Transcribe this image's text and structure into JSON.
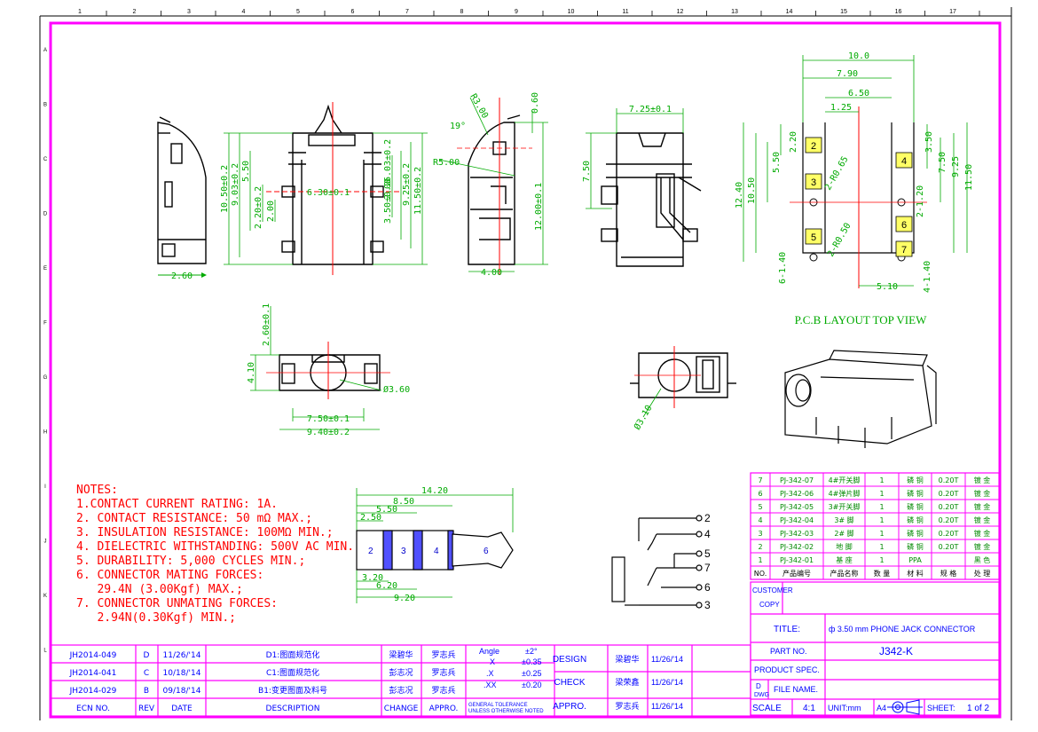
{
  "colors": {
    "frame": "#ff00ff",
    "dimension": "#00aa00",
    "centerline": "#ff0000",
    "outline": "#000000",
    "label_fill": "#ffff66",
    "plug_band": "#5050ff"
  },
  "border": {
    "top_numbers": [
      "1",
      "2",
      "3",
      "4",
      "5",
      "6",
      "7",
      "8",
      "9",
      "10",
      "11",
      "12",
      "13",
      "14",
      "15",
      "16",
      "17"
    ],
    "side_letters": [
      "A",
      "B",
      "C",
      "D",
      "E",
      "F",
      "G",
      "H",
      "I",
      "J",
      "K",
      "L"
    ]
  },
  "views": {
    "front": {
      "d_width_top": "6.30±0.1",
      "d_h1": "10.50±0.2",
      "d_h2": "9.03±0.2",
      "d_h3": "5.50",
      "d_h4": "2.20±0.2",
      "d_h5": "2.00",
      "d_r1": "6.03±0.2",
      "d_r2": "3.50±0.2",
      "d_r3": "2.00",
      "d_r4": "9.25±0.2",
      "d_r5": "11.50±0.2",
      "d_bottom": "2.60"
    },
    "side": {
      "d_r": "R3.00",
      "d_angle": "19°",
      "d_r5": "R5.00",
      "d_top": "0.60",
      "d_height": "12.00±0.1",
      "d_bottom": "4.00"
    },
    "rear": {
      "d_top": "7.25±0.1",
      "d_h": "7.50"
    },
    "bottom": {
      "d_h": "2.60±0.1",
      "d_left": "4.10",
      "d_dia": "Ø3.60",
      "d_w1": "7.50±0.1",
      "d_w2": "9.40±0.2"
    },
    "bottom2": {
      "d_dia": "Ø3.10"
    },
    "pcb": {
      "title": "P.C.B LAYOUT TOP VIEW",
      "dims": [
        "10.0",
        "7.90",
        "6.50",
        "1.25",
        "2.20",
        "5.50",
        "3.50",
        "7.50",
        "9.25",
        "11.50",
        "12.40",
        "10.50",
        "2-R0.65",
        "2-1.20",
        "2-R0.50",
        "6-1.40",
        "5.10",
        "4-1.40"
      ],
      "pads": [
        "2",
        "3",
        "4",
        "5",
        "6",
        "7"
      ]
    }
  },
  "plug": {
    "dims": [
      "14.20",
      "8.50",
      "5.50",
      "2.50",
      "3.20",
      "6.20",
      "9.20"
    ],
    "segments": [
      "2",
      "3",
      "4",
      "6"
    ]
  },
  "schematic": {
    "pins": [
      "2",
      "4",
      "5",
      "7",
      "6",
      "3"
    ]
  },
  "notes": {
    "title": "NOTES:",
    "lines": [
      "1.CONTACT CURRENT RATING: 1A.",
      "2. CONTACT RESISTANCE: 50 mΩ MAX.;",
      "3. INSULATION RESISTANCE: 100MΩ MIN.;",
      "4. DIELECTRIC WITHSTANDING: 500V AC MIN.;",
      "5. DURABILITY: 5,000 CYCLES MIN.;",
      "6. CONNECTOR MATING FORCES:",
      "   29.4N (3.00Kgf) MAX.;",
      "7. CONNECTOR UNMATING FORCES:",
      "   2.94N(0.30Kgf) MIN.;"
    ]
  },
  "bom": [
    {
      "no": "7",
      "part": "PJ-342-07",
      "name": "4#开关脚",
      "qty": "1",
      "mat": "磷 铜",
      "spec": "0.20T",
      "treat": "镀 金"
    },
    {
      "no": "6",
      "part": "PJ-342-06",
      "name": "4#弹片脚",
      "qty": "1",
      "mat": "磷 铜",
      "spec": "0.20T",
      "treat": "镀 金"
    },
    {
      "no": "5",
      "part": "PJ-342-05",
      "name": "3#开关脚",
      "qty": "1",
      "mat": "磷 铜",
      "spec": "0.20T",
      "treat": "镀 金"
    },
    {
      "no": "4",
      "part": "PJ-342-04",
      "name": "3# 脚",
      "qty": "1",
      "mat": "磷 铜",
      "spec": "0.20T",
      "treat": "镀 金"
    },
    {
      "no": "3",
      "part": "PJ-342-03",
      "name": "2# 脚",
      "qty": "1",
      "mat": "磷 铜",
      "spec": "0.20T",
      "treat": "镀 金"
    },
    {
      "no": "2",
      "part": "PJ-342-02",
      "name": "地 脚",
      "qty": "1",
      "mat": "磷 铜",
      "spec": "0.20T",
      "treat": "镀 金"
    },
    {
      "no": "1",
      "part": "PJ-342-01",
      "name": "基 座",
      "qty": "1",
      "mat": "PPA",
      "spec": "",
      "treat": "黑 色"
    }
  ],
  "bom_header": {
    "no": "NO.",
    "part": "产品编号",
    "name": "产品名称",
    "qty": "数 量",
    "mat": "材 料",
    "spec": "规 格",
    "treat": "处 理"
  },
  "revisions": [
    {
      "ecn": "JH2014-049",
      "rev": "D",
      "date": "11/26/'14",
      "desc": "D1:图面规范化",
      "change": "梁碧华",
      "appr": "罗志兵"
    },
    {
      "ecn": "JH2014-041",
      "rev": "C",
      "date": "10/18/'14",
      "desc": "C1:图面规范化",
      "change": "彭志况",
      "appr": "罗志兵"
    },
    {
      "ecn": "JH2014-029",
      "rev": "B",
      "date": "09/18/'14",
      "desc": "B1:变更图面及料号",
      "change": "彭志况",
      "appr": "罗志兵"
    }
  ],
  "rev_header": {
    "ecn": "ECN NO.",
    "rev": "REV",
    "date": "DATE",
    "desc": "DESCRIPTION",
    "change": "CHANGE",
    "appr": "APPRO."
  },
  "tolerance": {
    "angle_label": "Angle",
    "angle_val": "±2°",
    "x_label": "X",
    "x_val": "±0.35",
    "xx_label": ".X",
    "xx_val": "±0.25",
    "xxx_label": ".XX",
    "xxx_val": "±0.20",
    "note1": "GENERAL TOLERANCE",
    "note2": "UNLESS OTHERWISE NOTED"
  },
  "approvals": [
    {
      "label": "DESIGN",
      "name": "梁碧华",
      "date": "11/26/'14"
    },
    {
      "label": "CHECK",
      "name": "梁荣鑫",
      "date": "11/26/'14"
    },
    {
      "label": "APPRO.",
      "name": "罗志兵",
      "date": "11/26/'14"
    }
  ],
  "title_block": {
    "customer_label": "CUSTOMER",
    "copy_label": "COPY",
    "title_label": "TITLE:",
    "title_value": "ф 3.50 mm PHONE JACK CONNECTOR",
    "part_label": "PART NO.",
    "part_value": "J342-K",
    "spec_label": "PRODUCT SPEC.",
    "file_label": "FILE NAME.",
    "dwg_d": "D",
    "dwg_label": "DWG",
    "scale_label": "SCALE",
    "scale_value": "4:1",
    "unit_label": "UNIT:mm",
    "size": "A4",
    "sheet_label": "SHEET:",
    "sheet_value": "1 of 2"
  }
}
